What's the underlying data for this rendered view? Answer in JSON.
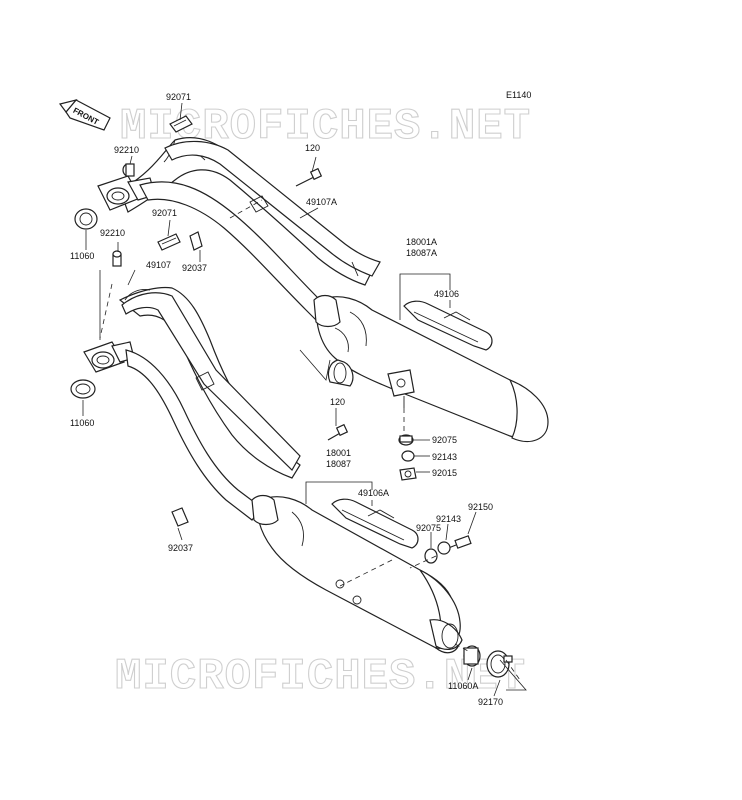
{
  "diagram_code": "E1140",
  "watermark_top": "MICROFICHES.NET",
  "watermark_bottom": "MICROFICHES.NET",
  "front_label": "FRONT",
  "labels": {
    "p92071_top": "92071",
    "p92210_top": "92210",
    "p92210_mid": "92210",
    "p11060_top": "11060",
    "p92071_mid": "92071",
    "p92037_top": "92037",
    "p49107": "49107",
    "p120_top": "120",
    "p49107A": "49107A",
    "p18001A": "18001A",
    "p18087A": "18087A",
    "p49106": "49106",
    "p11060_low": "11060",
    "p120_low": "120",
    "p92075_top": "92075",
    "p92143_top": "92143",
    "p92015": "92015",
    "p18001": "18001",
    "p18087": "18087",
    "p49106A": "49106A",
    "p92150": "92150",
    "p92143_low": "92143",
    "p92075_low": "92075",
    "p92037_low": "92037",
    "p11060A": "11060A",
    "p92170": "92170"
  }
}
